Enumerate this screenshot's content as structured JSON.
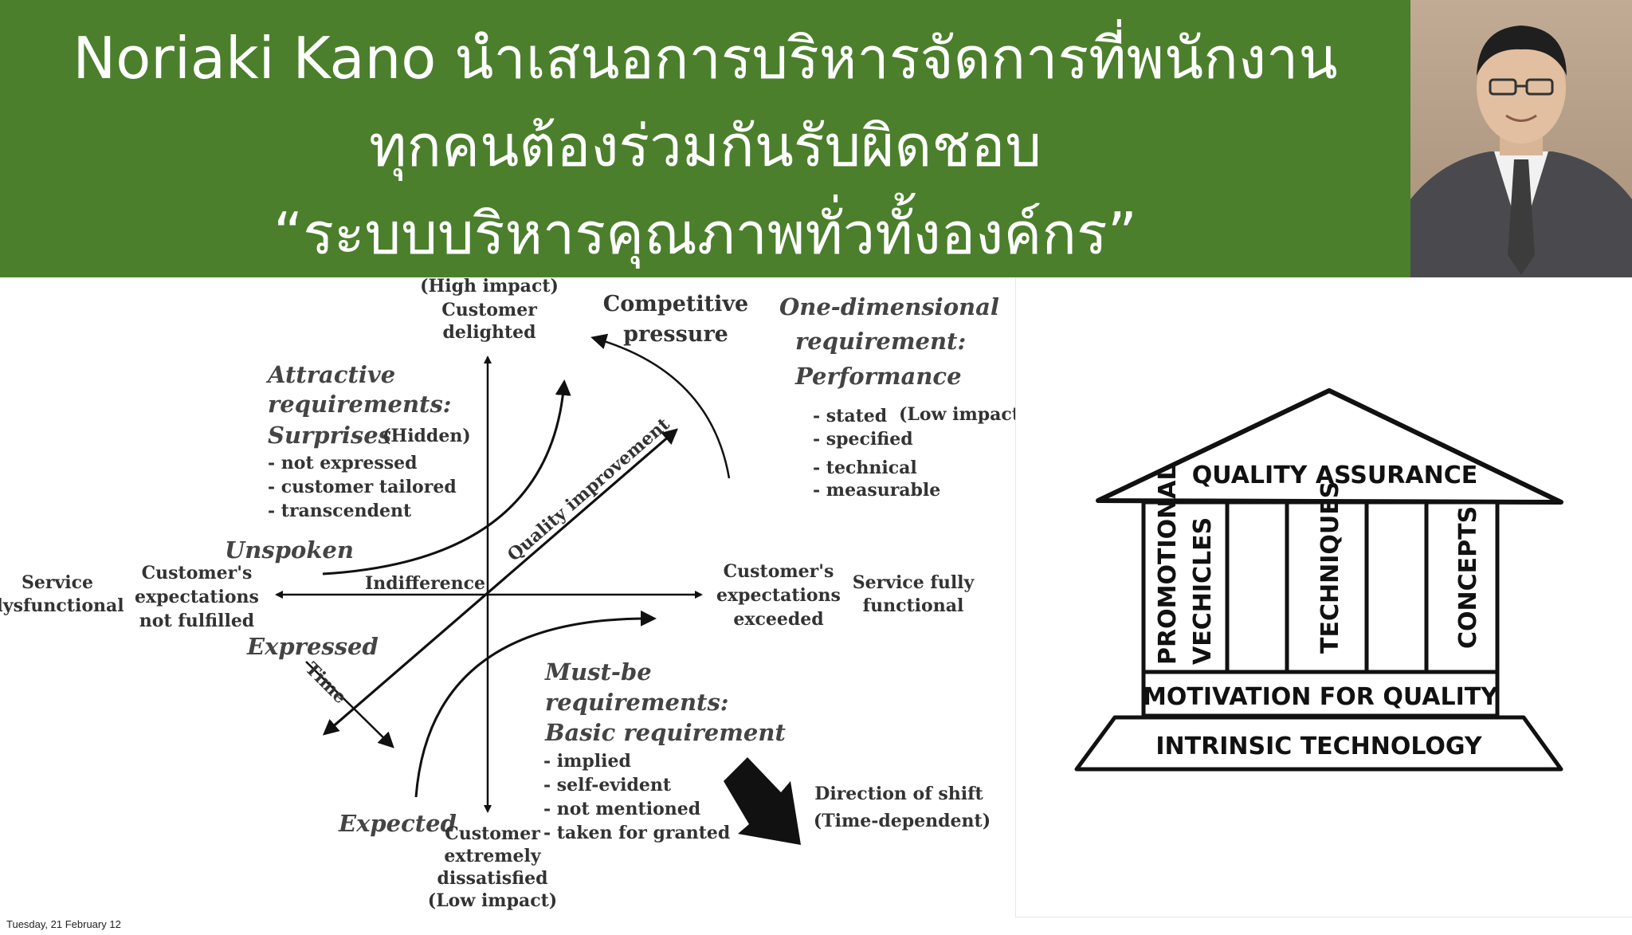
{
  "header": {
    "title_line1": "Noriaki Kano นำเสนอการบริหารจัดการที่พนักงาน",
    "title_line2": "ทุกคนต้องร่วมกันรับผิดชอบ",
    "title_line3": "“ระบบบริหารคุณภาพทั่วทั้งองค์กร”"
  },
  "kano": {
    "high_impact": "(High impact)",
    "customer_delighted_1": "Customer",
    "customer_delighted_2": "delighted",
    "competitive_1": "Competitive",
    "competitive_2": "pressure",
    "onedim_1": "One-dimensional",
    "onedim_2": "requirement:",
    "onedim_3": "Performance",
    "low_impact_right": "(Low impact)",
    "onedim_items": [
      "- stated",
      "- specified",
      "- technical",
      "- measurable"
    ],
    "attractive_1": "Attractive",
    "attractive_2": "requirements:",
    "attractive_3": "Surprises",
    "hidden": "(Hidden)",
    "attractive_items": [
      "- not expressed",
      "- customer tailored",
      "- transcendent"
    ],
    "unspoken": "Unspoken",
    "service_dys_1": "Service",
    "service_dys_2": "dysfunctional",
    "expectations_not_1": "Customer's",
    "expectations_not_2": "expectations",
    "expectations_not_3": "not fulfilled",
    "indifference": "Indifference",
    "quality_improvement": "Quality improvement",
    "expectations_exc_1": "Customer's",
    "expectations_exc_2": "expectations",
    "expectations_exc_3": "exceeded",
    "service_full_1": "Service fully",
    "service_full_2": "functional",
    "expressed": "Expressed",
    "time": "Time",
    "mustbe_1": "Must-be",
    "mustbe_2": "requirements:",
    "mustbe_3": "Basic requirement",
    "mustbe_items": [
      "- implied",
      "- self-evident",
      "- not mentioned",
      "- taken for granted"
    ],
    "expected": "Expected",
    "dissatisfied_1": "Customer",
    "dissatisfied_2": "extremely",
    "dissatisfied_3": "dissatisfied",
    "dissatisfied_4": "(Low impact)",
    "direction_1": "Direction of shift",
    "direction_2": "(Time-dependent)"
  },
  "house": {
    "roof": "QUALITY ASSURANCE",
    "pillar_1_line1": "PROMOTIONAL",
    "pillar_1_line2": "VECHICLES",
    "pillar_2": "TECHNIQUES",
    "pillar_3": "CONCEPTS",
    "motivation": "MOTIVATION FOR QUALITY",
    "base": "INTRINSIC TECHNOLOGY"
  },
  "footer": {
    "date": "Tuesday, 21 February 12"
  },
  "colors": {
    "header_bg": "#4b7f2c",
    "header_text": "#ffffff"
  }
}
